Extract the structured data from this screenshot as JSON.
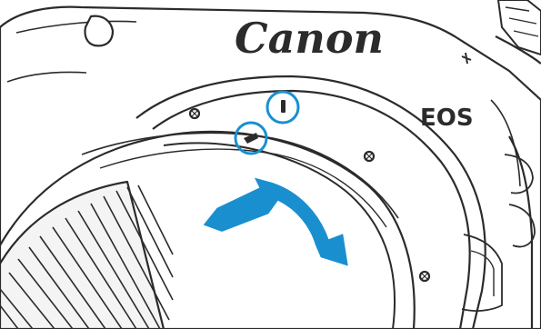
{
  "camera": {
    "brand": "Canon",
    "model": "EOS"
  },
  "colors": {
    "outline": "#2b2b2b",
    "body_fill": "#ffffff",
    "lens_fill": "#f4f4f4",
    "highlight": "#1a8fd0"
  },
  "icons": {
    "rotation_arrow": "rotate-clockwise-arrow",
    "mount_index": "mount-index-mark",
    "lens_index": "lens-index-mark"
  }
}
